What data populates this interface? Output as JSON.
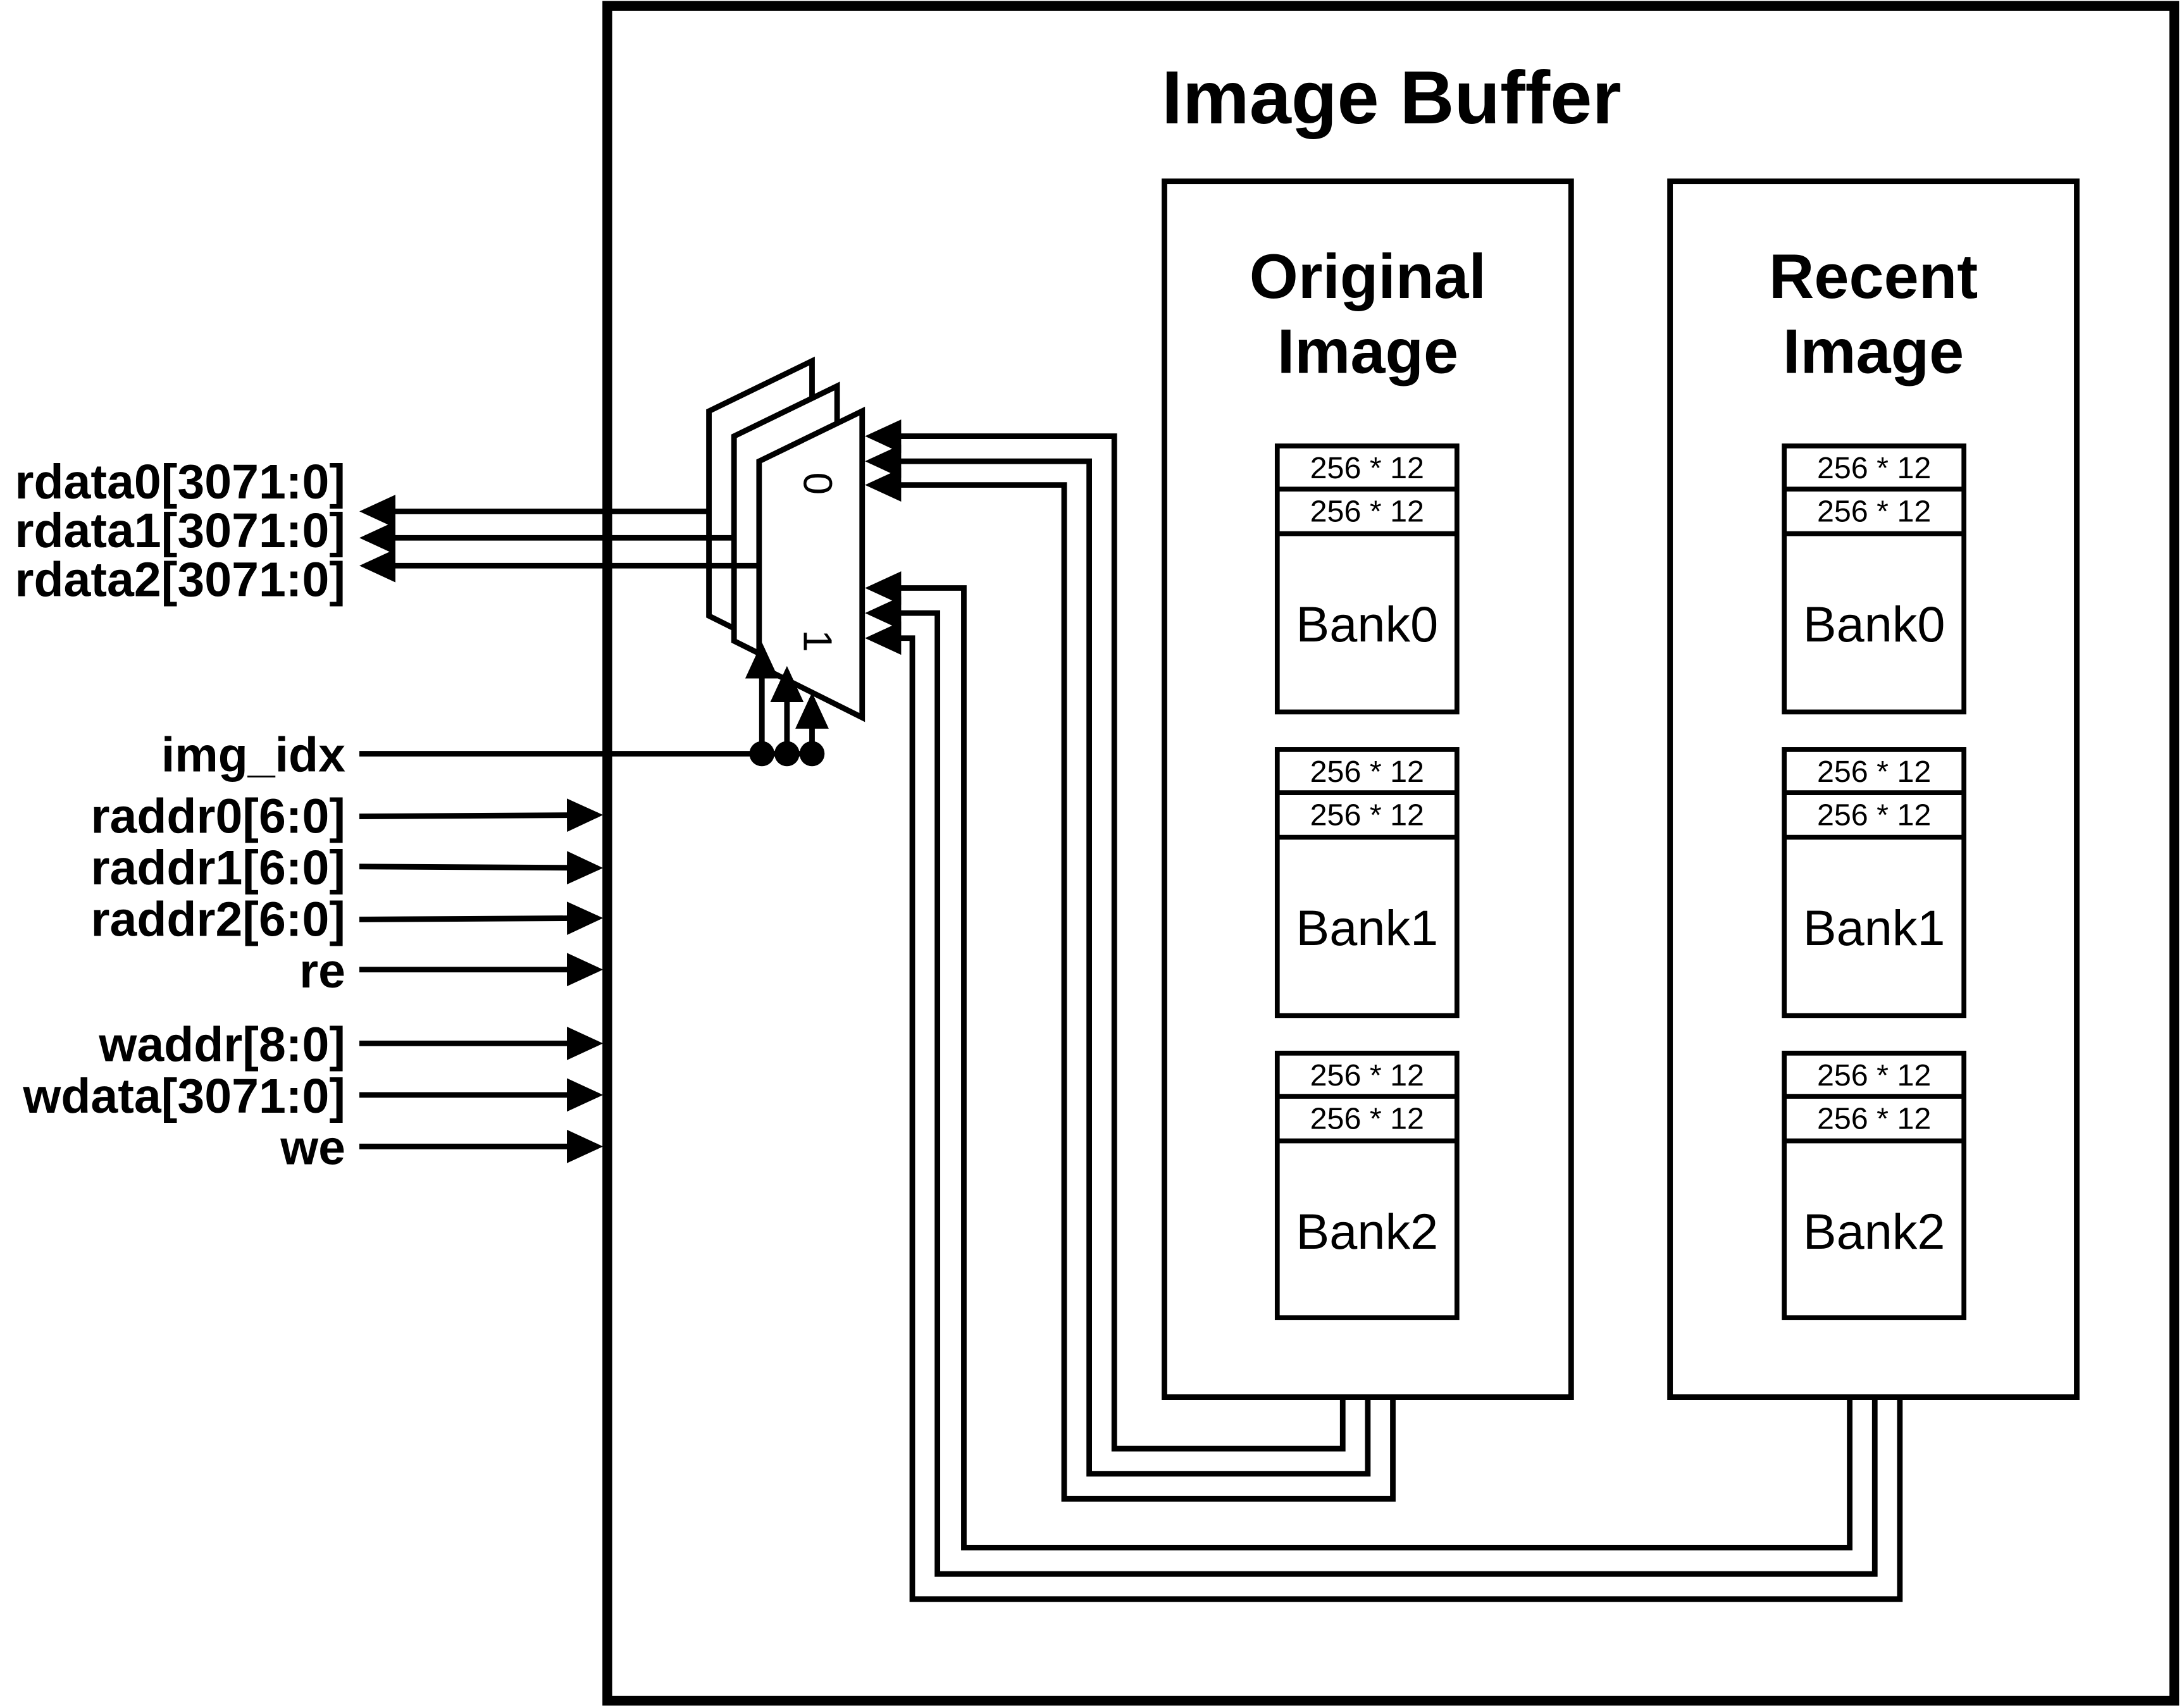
{
  "title": "Image Buffer",
  "memories": [
    {
      "title_lines": [
        "Original",
        "Image"
      ],
      "banks": [
        {
          "rows": [
            "256 * 12",
            "256 * 12"
          ],
          "label": "Bank0"
        },
        {
          "rows": [
            "256 * 12",
            "256 * 12"
          ],
          "label": "Bank1"
        },
        {
          "rows": [
            "256 * 12",
            "256 * 12"
          ],
          "label": "Bank2"
        }
      ]
    },
    {
      "title_lines": [
        "Recent",
        "Image"
      ],
      "banks": [
        {
          "rows": [
            "256 * 12",
            "256 * 12"
          ],
          "label": "Bank0"
        },
        {
          "rows": [
            "256 * 12",
            "256 * 12"
          ],
          "label": "Bank1"
        },
        {
          "rows": [
            "256 * 12",
            "256 * 12"
          ],
          "label": "Bank2"
        }
      ]
    }
  ],
  "mux": {
    "inputs": [
      "0",
      "1"
    ]
  },
  "signals": {
    "outputs": [
      "rdata0[3071:0]",
      "rdata1[3071:0]",
      "rdata2[3071:0]"
    ],
    "select": "img_idx",
    "inputs": [
      "raddr0[6:0]",
      "raddr1[6:0]",
      "raddr2[6:0]",
      "re",
      "waddr[8:0]",
      "wdata[3071:0]",
      "we"
    ]
  }
}
